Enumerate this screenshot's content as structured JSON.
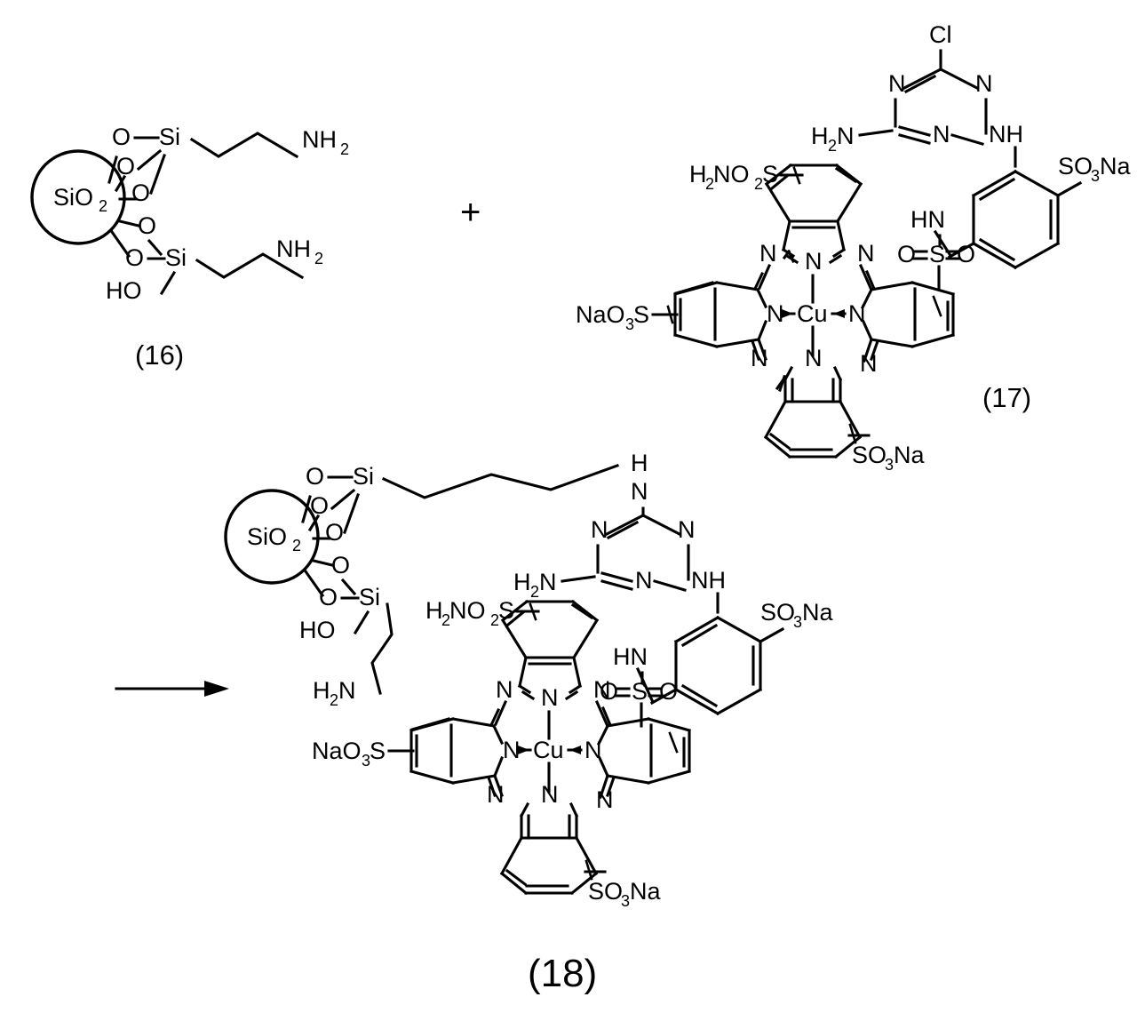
{
  "document": {
    "type": "chemical-reaction-scheme",
    "description": "Reaction of aminopropyl-functionalized silica with a chlorotriazinyl copper phthalocyanine reactive dye"
  },
  "operators": {
    "plus": "+",
    "arrow": "→"
  },
  "structures": [
    {
      "id": "16",
      "label": "(16)",
      "name": "aminopropyl-functionalized silica",
      "labels": [
        "SiO",
        "2",
        "O",
        "Si",
        "NH",
        "2",
        "HO"
      ]
    },
    {
      "id": "17",
      "label": "(17)",
      "name": "chlorotriazinyl copper phthalocyanine reactive dye"
    },
    {
      "id": "18",
      "label": "(18)",
      "name": "silica-bound copper phthalocyanine dye conjugate"
    }
  ],
  "atoms": {
    "silica": "SiO",
    "silica_sub": "2",
    "oxygen": "O",
    "silicon": "Si",
    "hydroxyl": "HO",
    "amine": "NH",
    "amine_sub": "2",
    "amine_left": "H",
    "amine_left_sub": "2",
    "amine_left_n": "N",
    "nitrogen": "N",
    "hydrogen": "H",
    "chlorine": "Cl",
    "copper": "Cu",
    "sulfur": "S",
    "imine_nh": "NH",
    "sulfonamide_hn": "HN"
  },
  "groups": {
    "sulfonate_na": "SO",
    "sulfonate_na_sub": "3",
    "sulfonate_na_suffix": "Na",
    "na_sulfonate_prefix": "NaO",
    "na_sulfonate_sub": "3",
    "na_sulfonate_suffix": "S",
    "sulfamoyl_prefix": "H",
    "sulfamoyl_sub1": "2",
    "sulfamoyl_mid": "NO",
    "sulfamoyl_sub2": "2",
    "sulfamoyl_suffix": "S"
  },
  "colors": {
    "stroke": "#000000",
    "background": "#ffffff"
  }
}
